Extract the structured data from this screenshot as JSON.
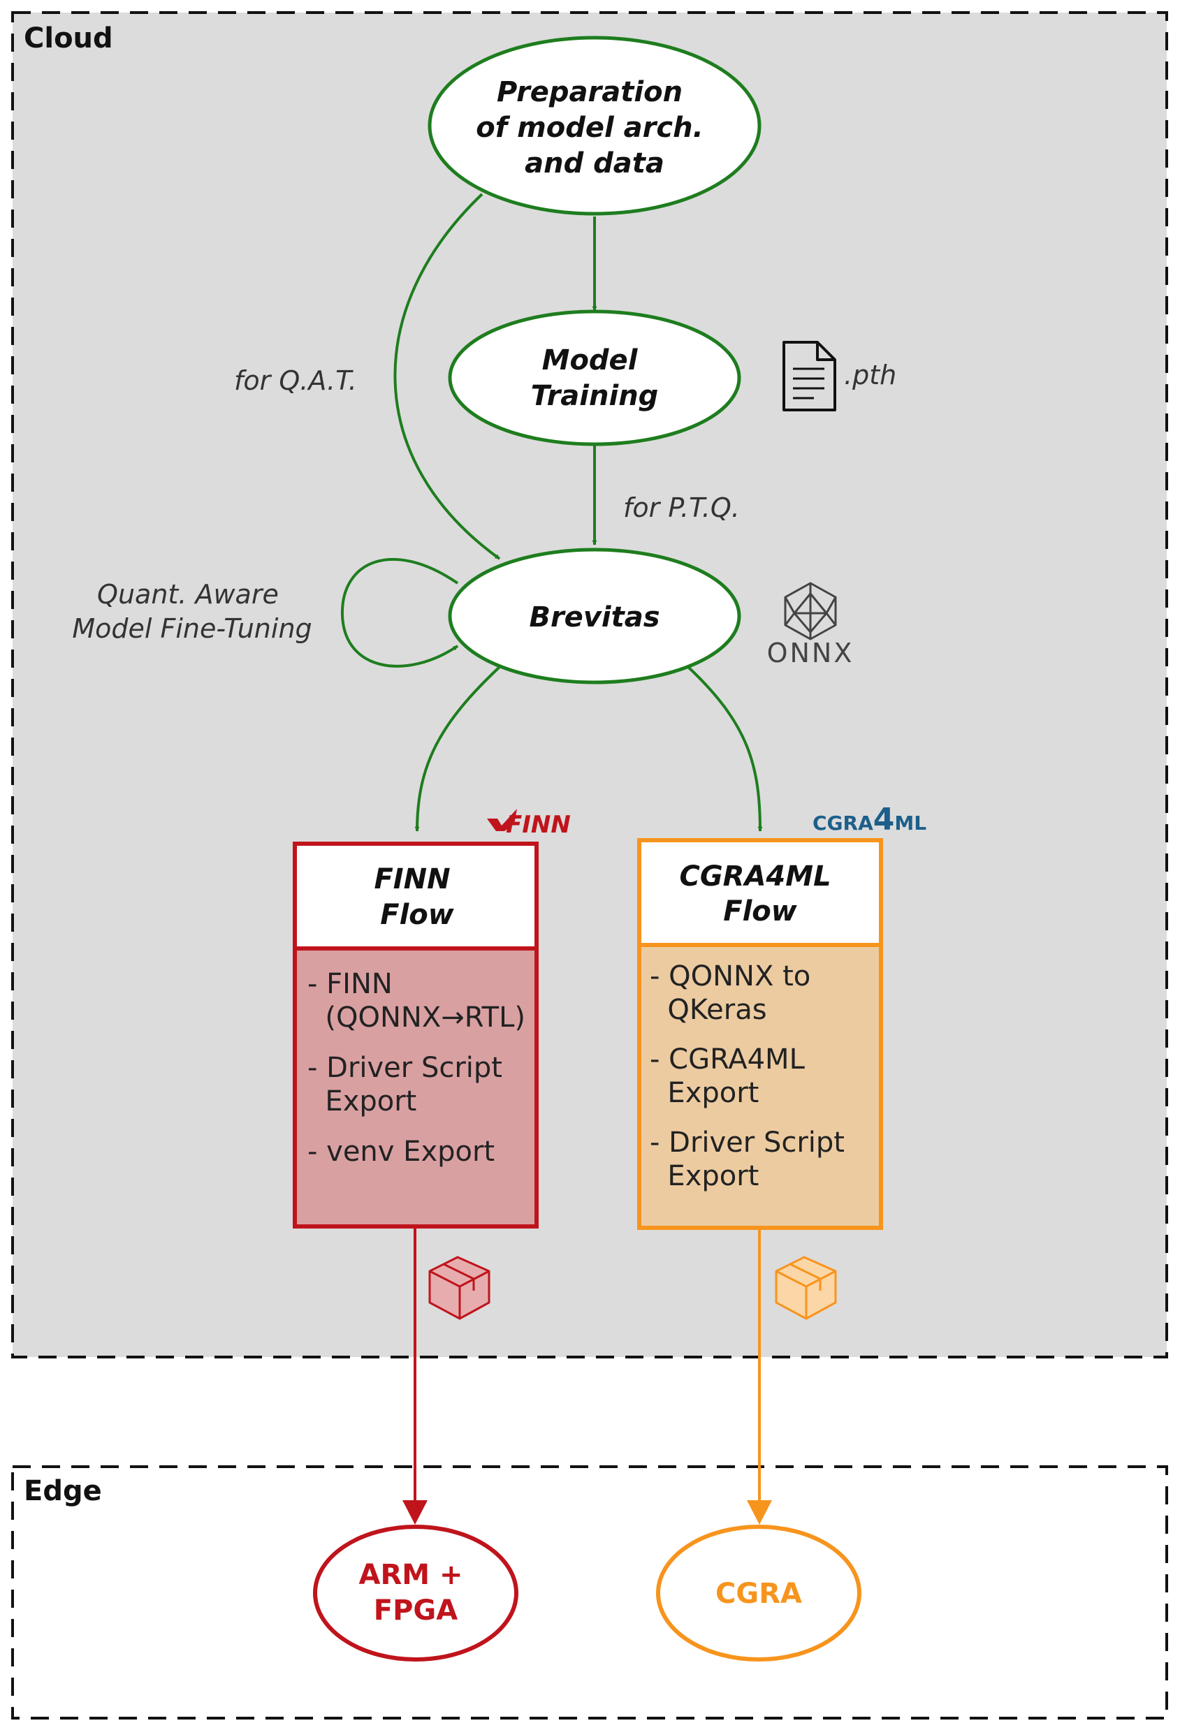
{
  "regions": {
    "cloud": "Cloud",
    "edge": "Edge"
  },
  "nodes": {
    "prep": [
      "Preparation",
      "of model arch.",
      "and data"
    ],
    "training": [
      "Model",
      "Training"
    ],
    "brevitas": [
      "Brevitas"
    ],
    "pth_label": ".pth",
    "onnx_label": "ONNX"
  },
  "edge_labels": {
    "qat": "for Q.A.T.",
    "ptq": "for P.T.Q.",
    "finetune": [
      "Quant. Aware",
      "Model Fine-Tuning"
    ]
  },
  "finn": {
    "logo": "FINN",
    "title": [
      "FINN",
      "Flow"
    ],
    "items": [
      [
        "- FINN",
        "  (QONNX→RTL)"
      ],
      [
        "- Driver Script",
        "  Export"
      ],
      [
        "- venv Export"
      ]
    ]
  },
  "cgra4ml": {
    "logo_a": "CGRA",
    "logo_b": "4",
    "logo_c": "ML",
    "title": [
      "CGRA4ML",
      "Flow"
    ],
    "items": [
      [
        "- QONNX to",
        "  QKeras"
      ],
      [
        "- CGRA4ML",
        "  Export"
      ],
      [
        "- Driver Script",
        "  Export"
      ]
    ]
  },
  "targets": {
    "fpga": [
      "ARM +",
      "FPGA"
    ],
    "cgra": [
      "CGRA"
    ]
  },
  "colors": {
    "green": "#1e7d1e",
    "finn_red": "#c0141c",
    "finn_fill": "#d9a0a2",
    "cgra_orange": "#f7941d",
    "cgra_fill": "#eccba1",
    "cgra_logo_blue": "#1d5f8a",
    "cloud_bg": "#dcdcdc"
  }
}
